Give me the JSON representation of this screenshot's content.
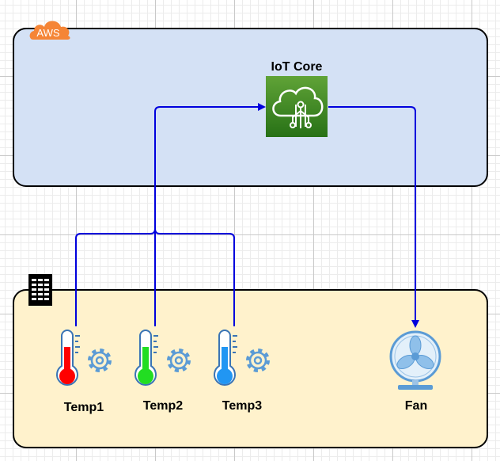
{
  "cloud": {
    "badge": "AWS",
    "service_label": "IoT Core"
  },
  "devices": [
    {
      "label": "Temp1",
      "color": "#ff0000"
    },
    {
      "label": "Temp2",
      "color": "#22dd22"
    },
    {
      "label": "Temp3",
      "color": "#2196f3"
    }
  ],
  "actuator": {
    "label": "Fan"
  },
  "colors": {
    "aws_region_fill": "#d4e1f5",
    "onprem_region_fill": "#fff2cc",
    "connector": "#0000dd",
    "iot_core_green": "#3f8624",
    "aws_orange": "#f58536",
    "gear_blue": "#5b9bd5"
  }
}
